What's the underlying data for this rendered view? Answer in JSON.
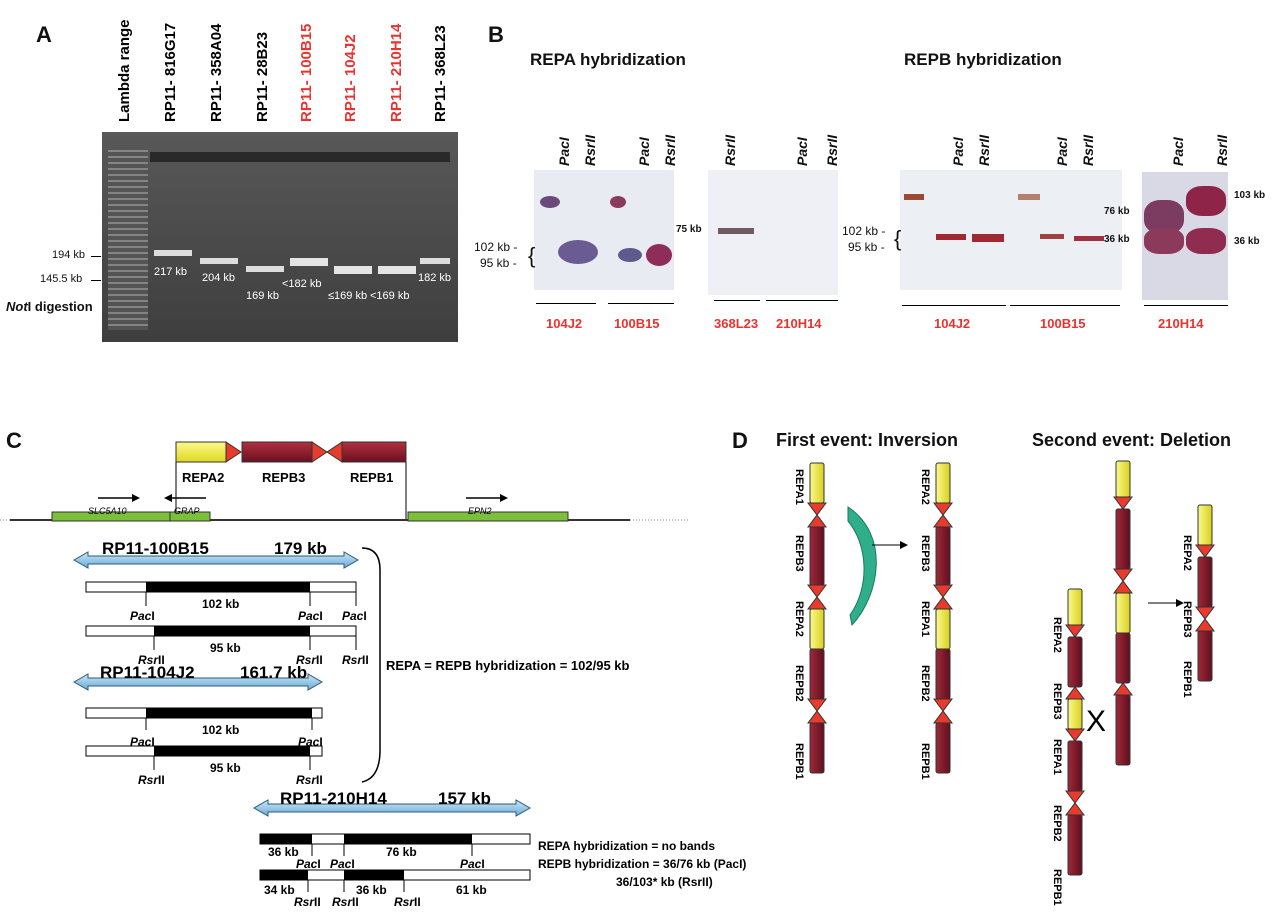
{
  "panelA": {
    "letter": "A",
    "lanes": [
      {
        "label": "Lambda range",
        "color": "#000000"
      },
      {
        "label": "RP11- 816G17",
        "color": "#000000"
      },
      {
        "label": "RP11- 358A04",
        "color": "#000000"
      },
      {
        "label": "RP11- 28B23",
        "color": "#000000"
      },
      {
        "label": "RP11- 100B15",
        "color": "#e8332f"
      },
      {
        "label": "RP11- 104J2",
        "color": "#e8332f"
      },
      {
        "label": "RP11- 210H14",
        "color": "#e8332f"
      },
      {
        "label": "RP11- 368L23",
        "color": "#000000"
      }
    ],
    "marker_top": "194 kb",
    "marker_bottom": "145.5 kb",
    "band_sizes": [
      "217 kb",
      "204 kb",
      "169 kb",
      "<182 kb",
      "≤169 kb",
      "<169 kb",
      "182 kb"
    ],
    "digestion_enzyme": "Not",
    "digestion_suffix": "I digestion"
  },
  "panelB": {
    "letter": "B",
    "title_repa": "REPA hybridization",
    "title_repb": "REPB hybridization",
    "enzyme_pac": "PacI",
    "enzyme_rsr": "RsrII",
    "size_102": "102 kb -",
    "size_95": "95 kb -",
    "size_75": "75 kb",
    "size_76": "76 kb",
    "size_36": "36 kb",
    "size_103": "103 kb",
    "clones": [
      "104J2",
      "100B15",
      "368L23",
      "210H14",
      "104J2",
      "100B15",
      "210H14"
    ]
  },
  "panelC": {
    "letter": "C",
    "repa2": "REPA2",
    "repb3": "REPB3",
    "repb1": "REPB1",
    "gene1": "SLC5A10",
    "gene2": "GRAP",
    "gene3": "EPN2",
    "clone1_name": "RP11-100B15",
    "clone1_size": "179 kb",
    "clone2_name": "RP11-104J2",
    "clone2_size": "161.7 kb",
    "clone3_name": "RP11-210H14",
    "clone3_size": "157 kb",
    "frag_102": "102 kb",
    "frag_95": "95 kb",
    "frag_36": "36 kb",
    "frag_76": "76 kb",
    "frag_34": "34 kb",
    "frag_61": "61 kb",
    "pac_italic": "Pac",
    "rsr_italic": "Rsr",
    "pac_suffix": "I",
    "rsr_suffix": "II",
    "bracket_text": "REPA = REPB hybridization = 102/95 kb",
    "note1": "REPA hybridization = no bands",
    "note2": "REPB hybridization = 36/76 kb (PacI)",
    "note3": "36/103* kb (RsrII)"
  },
  "panelD": {
    "letter": "D",
    "title1": "First event: Inversion",
    "title2": "Second event: Deletion",
    "col1": [
      "REPA1",
      "REPB3",
      "REPA2",
      "REPB2",
      "REPB1"
    ],
    "col2": [
      "REPA2",
      "REPB3",
      "REPA1",
      "REPB2",
      "REPB1"
    ],
    "col3": [
      "REPA2",
      "REPB3",
      "REPA1",
      "REPB2",
      "REPB1"
    ],
    "col5": [
      "REPA2",
      "REPB3",
      "REPB1"
    ],
    "cross": "X"
  },
  "colors": {
    "red_label": "#e8332f",
    "yellow": "#f4f03a",
    "maroon": "#8c1c2a",
    "triangle": "#e83a2d",
    "blue_arrow": "#9ccbe8",
    "gene_green": "#7cbf3a",
    "arrow_teal": "#2fae8c"
  }
}
